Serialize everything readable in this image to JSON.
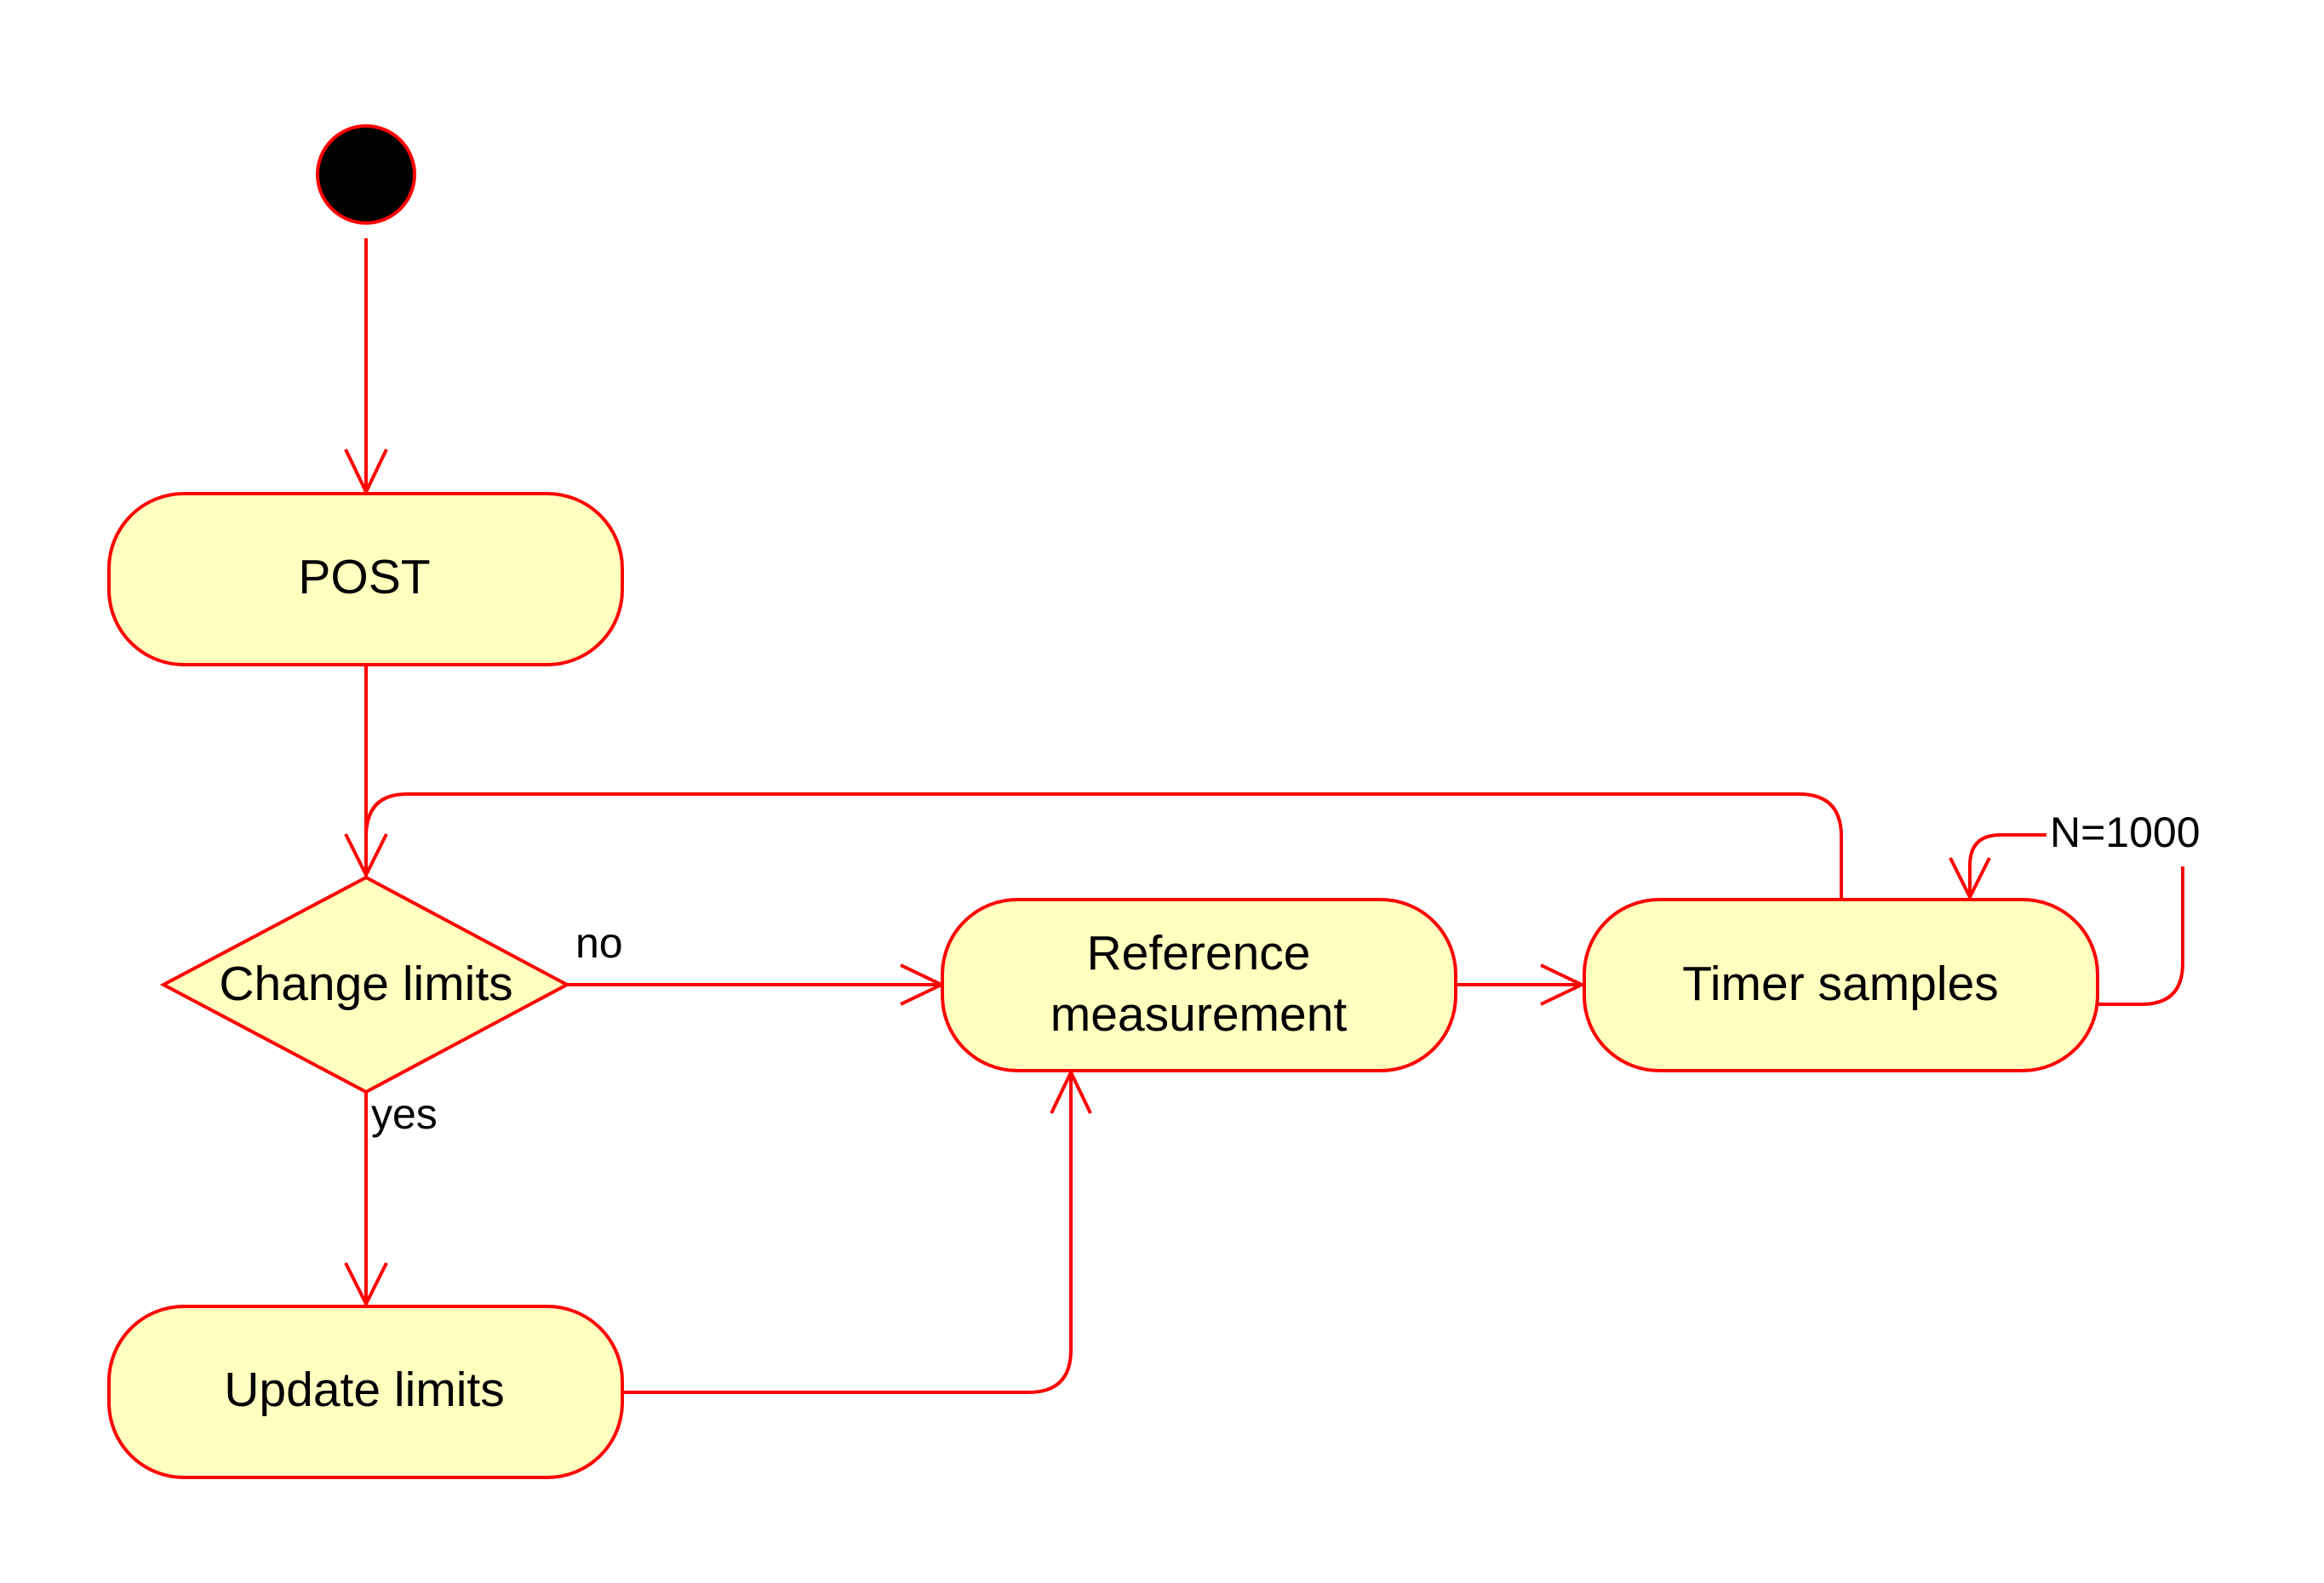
{
  "diagram": {
    "type": "activity-diagram",
    "colors": {
      "border": "#ff0000",
      "node_fill": "#ffffc0",
      "start_fill": "#000000",
      "text": "#000000"
    },
    "nodes": {
      "post": "POST",
      "decision": "Change limits",
      "reference_line1": "Reference",
      "reference_line2": "measurement",
      "timer": "Timer samples",
      "update": "Update limits"
    },
    "edges": {
      "no": "no",
      "yes": "yes",
      "loop": "N=1000"
    }
  }
}
